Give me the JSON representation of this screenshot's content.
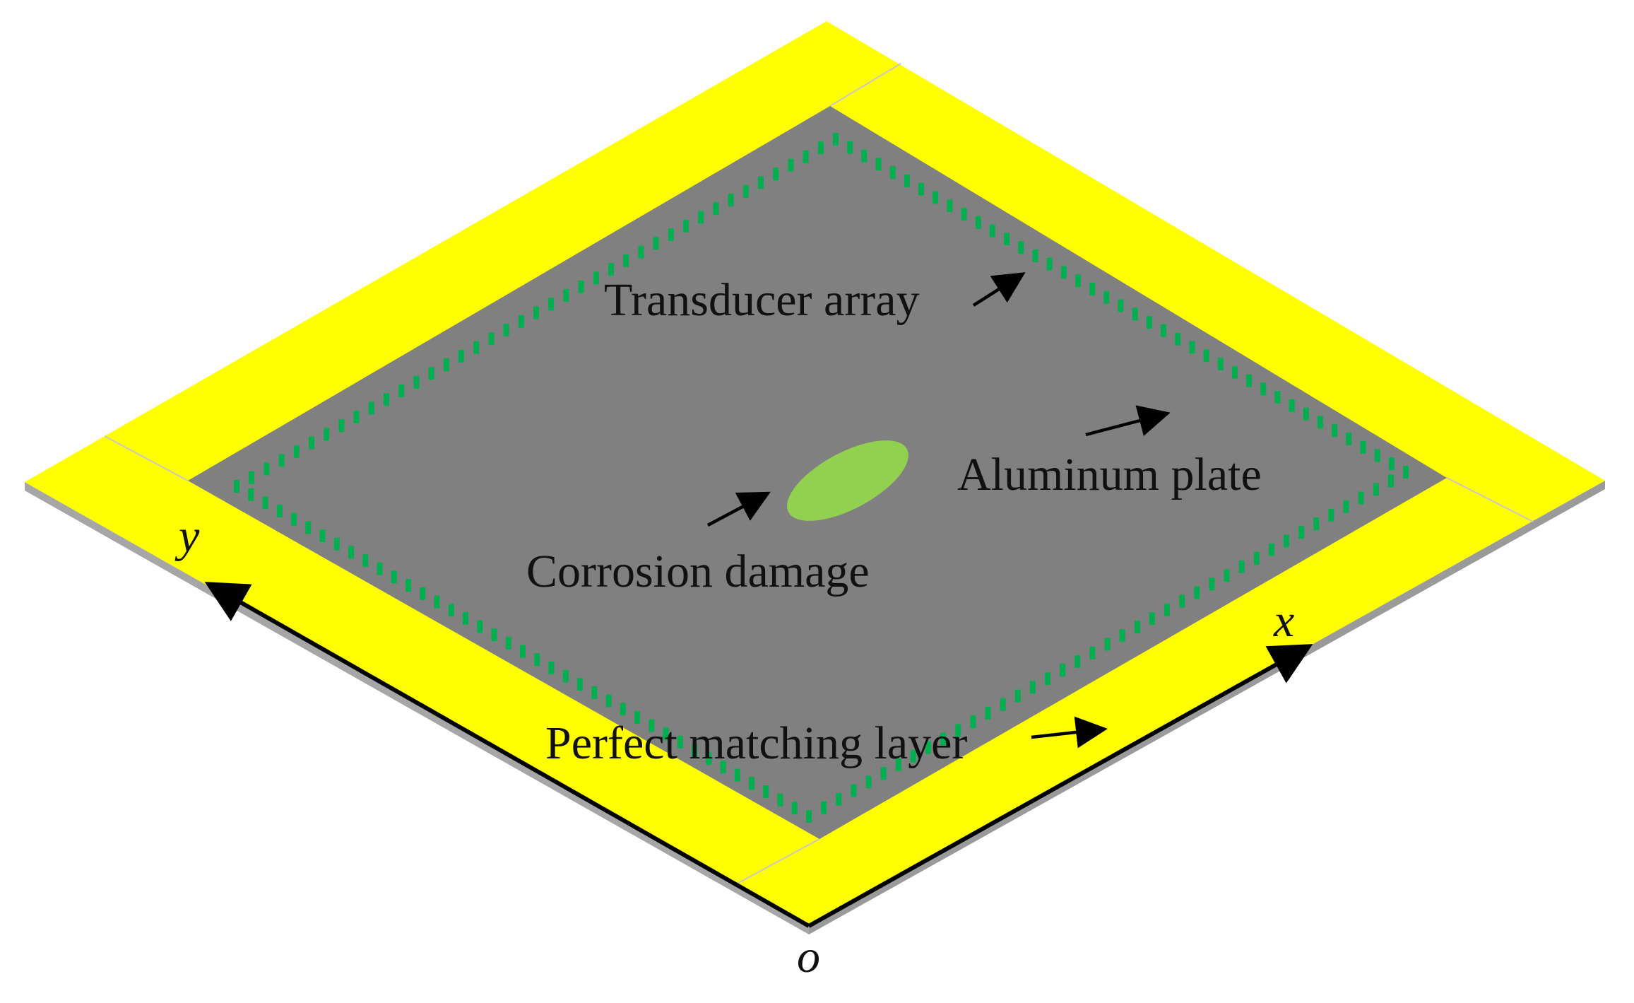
{
  "labels": {
    "transducer_array": "Transducer array",
    "aluminum_plate": "Aluminum plate",
    "corrosion_damage": "Corrosion damage",
    "perfect_matching_layer": "Perfect matching layer",
    "axis_x": "x",
    "axis_y": "y",
    "origin": "o"
  },
  "colors": {
    "pml": "#ffff00",
    "plate": "#808080",
    "plate_edge": "#a6a6a6",
    "transducer": "#00b050",
    "corrosion": "#92d050",
    "arrow": "#000000"
  },
  "transducer_array": {
    "elements_per_side": 40,
    "sides": 4
  }
}
